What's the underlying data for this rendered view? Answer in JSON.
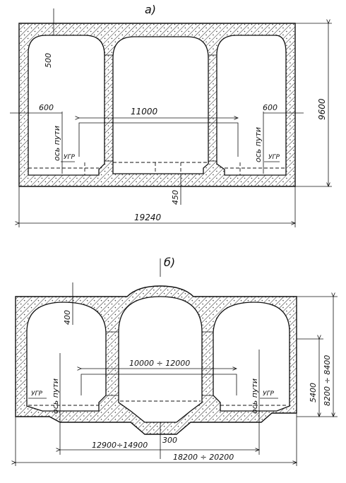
{
  "figure_a": {
    "label": "а)",
    "dim_total_width": "19240",
    "dim_height": "9600",
    "dim_roof": "500",
    "dim_left_offset": "600",
    "dim_right_offset": "600",
    "dim_platform_width": "11000",
    "dim_floor": "450",
    "axis_label_left": "ось пути",
    "axis_label_right": "ось пути",
    "rail_level_left": "УГР",
    "rail_level_right": "УГР"
  },
  "figure_b": {
    "label": "б)",
    "dim_roof": "400",
    "dim_platform_width": "10000 ÷ 12000",
    "dim_span": "12900÷14900",
    "dim_center": "300",
    "dim_total_width": "18200 ÷ 20200",
    "dim_height_range": "8200 ÷ 8400",
    "dim_height_inner": "5400",
    "axis_label_left": "ось пути",
    "axis_label_right": "ось пути",
    "rail_level_left": "УГР",
    "rail_level_right": "УГР"
  }
}
